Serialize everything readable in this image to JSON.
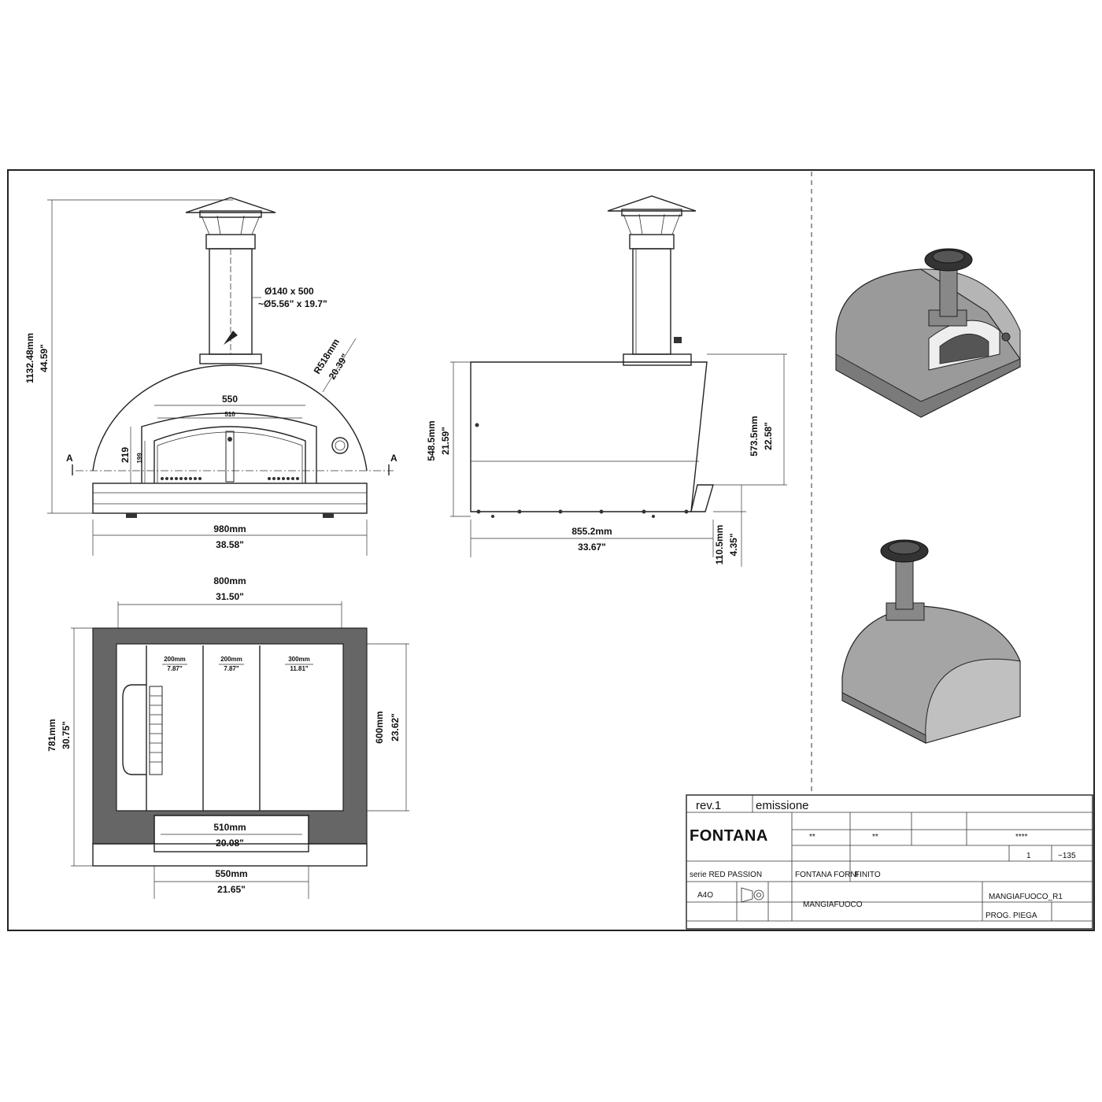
{
  "front_view": {
    "flue_dim_mm": "Ø140 x 500",
    "flue_dim_in": "~Ø5.56\" x 19.7\"",
    "radius_mm": "R518mm",
    "radius_in": "20.39\"",
    "height_mm": "1132.48mm",
    "height_in": "44.59\"",
    "mouth_width": "550",
    "mouth_inner_width": "510",
    "mouth_height": "219",
    "mouth_inner_height": "199",
    "section_mark": "A",
    "width_mm": "980mm",
    "width_in": "38.58\""
  },
  "side_view": {
    "height_mm": "548.5mm",
    "height_in": "21.59\"",
    "total_height_mm": "573.5mm",
    "total_height_in": "22.58\"",
    "depth_mm": "855.2mm",
    "depth_in": "33.67\"",
    "foot_mm": "110.5mm",
    "foot_in": "4.35\""
  },
  "section_view": {
    "width_mm": "800mm",
    "width_in": "31.50\"",
    "depth_mm": "781mm",
    "depth_in": "30.75\"",
    "inner_depth_mm": "600mm",
    "inner_depth_in": "23.62\"",
    "zones": [
      {
        "mm": "200mm",
        "in": "7.87\""
      },
      {
        "mm": "200mm",
        "in": "7.87\""
      },
      {
        "mm": "300mm",
        "in": "11.81\""
      }
    ],
    "mouth_mm": "510mm",
    "mouth_in": "20.08\"",
    "front_mm": "550mm",
    "front_in": "21.65\""
  },
  "title_block": {
    "rev": "rev.1",
    "emission": "emissione",
    "logo": "FONTANA",
    "val_stars_1": "**",
    "val_stars_2": "**",
    "val_stars_3": "****",
    "qty": "1",
    "weight": "~135",
    "series": "serie RED PASSION",
    "group": "FONTANA FORNI",
    "product_type": "FINITO",
    "format": "A4O",
    "designation": "MANGIAFUOCO",
    "code": "MANGIAFUOCO_R1",
    "program": "PROG. PIEGA"
  }
}
